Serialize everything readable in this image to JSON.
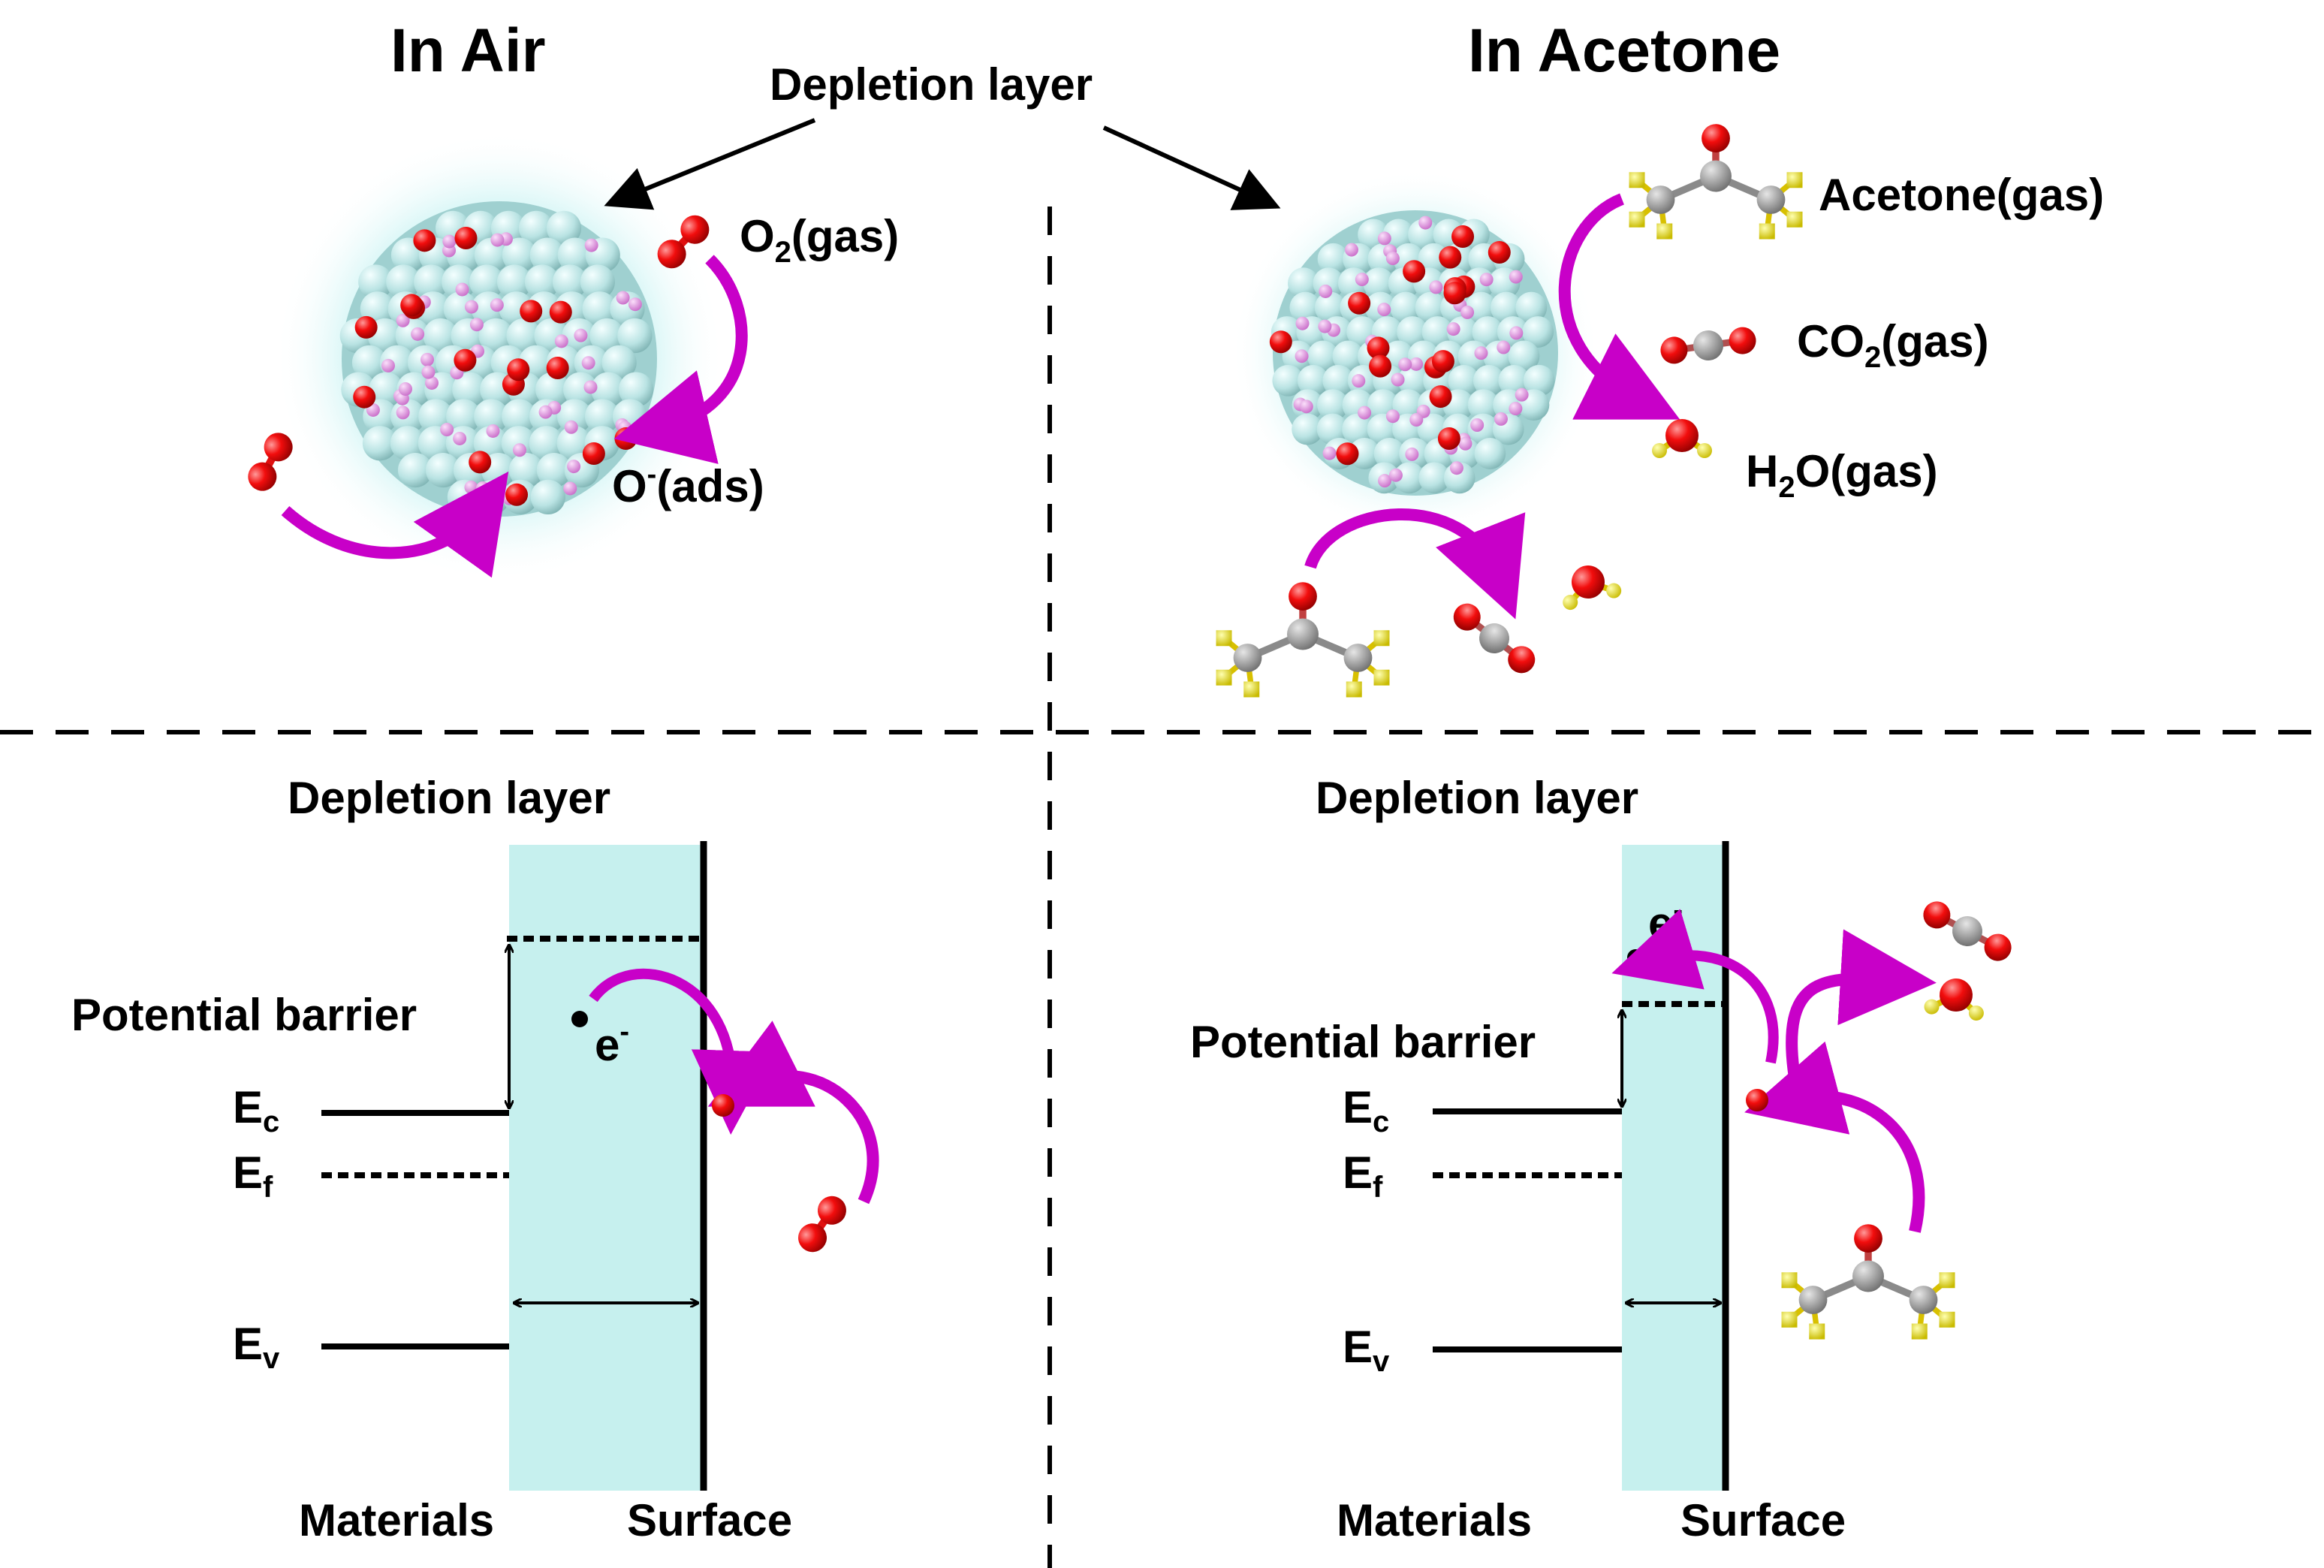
{
  "top_left": {
    "title": "In Air",
    "o2_gas_label": "O",
    "o2_gas_sub": "2",
    "o2_gas_suffix": "(gas)",
    "o_ads_label": "O",
    "o_ads_sup": "-",
    "o_ads_suffix": "(ads)"
  },
  "top_center": {
    "depletion_label": "Depletion layer"
  },
  "top_right": {
    "title": "In Acetone",
    "acetone_label": "Acetone(gas)",
    "co2_label": "CO",
    "co2_sub": "2",
    "co2_suffix": "(gas)",
    "h2o_label": "H",
    "h2o_sub": "2",
    "h2o_suffix": "O(gas)"
  },
  "bottom_left": {
    "depletion_label": "Depletion layer",
    "barrier_label": "Potential barrier",
    "electron_label": "e",
    "electron_sup": "-",
    "ec_label": "E",
    "ec_sub": "c",
    "ef_label": "E",
    "ef_sub": "f",
    "ev_label": "E",
    "ev_sub": "v",
    "materials_label": "Materials",
    "surface_label": "Surface"
  },
  "bottom_right": {
    "depletion_label": "Depletion layer",
    "barrier_label": "Potential barrier",
    "electron_label": "e",
    "electron_sup": "-",
    "ec_label": "E",
    "ec_sub": "c",
    "ef_label": "E",
    "ef_sub": "f",
    "ev_label": "E",
    "ev_sub": "v",
    "materials_label": "Materials",
    "surface_label": "Surface"
  },
  "colors": {
    "depletion_fill": "#c6f0ee",
    "sphere": "#b9e3e3",
    "oxygen": "#f20d0d",
    "dopant": "#e694e6",
    "carbon": "#9a9a9a",
    "hydrogen": "#f2e600",
    "arrow": "#c800c8"
  }
}
